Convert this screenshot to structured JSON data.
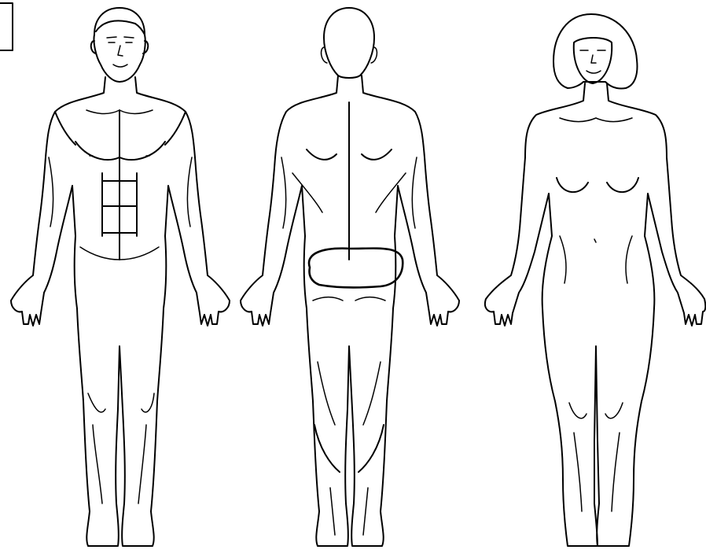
{
  "diagram": {
    "figures": [
      {
        "id": "front-male",
        "view": "front"
      },
      {
        "id": "back",
        "view": "back"
      },
      {
        "id": "front-female",
        "view": "front"
      }
    ],
    "marked_region": {
      "figure": "back",
      "area": "lower back"
    },
    "colors": {
      "line": "#000000",
      "background": "#ffffff"
    }
  }
}
